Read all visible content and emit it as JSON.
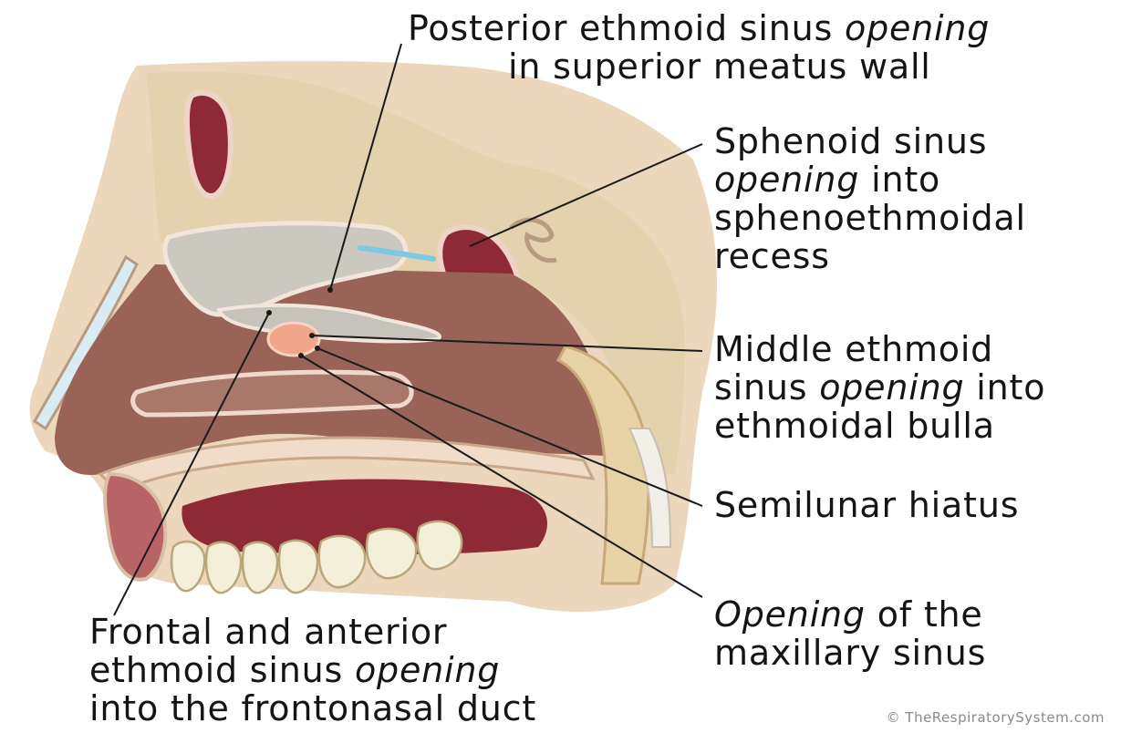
{
  "labels": {
    "posterior": {
      "line1_a": "Posterior ethmoid sinus ",
      "line1_b": "opening",
      "line2": "in superior meatus wall"
    },
    "sphenoid": {
      "line1": "Sphenoid sinus",
      "line2_a": "opening",
      "line2_b": " into",
      "line3": "sphenoethmoidal",
      "line4": "recess"
    },
    "middle": {
      "line1": "Middle ethmoid",
      "line2_a": "sinus ",
      "line2_b": "opening",
      "line2_c": "  into",
      "line3": "ethmoidal bulla"
    },
    "semilunar": {
      "line1": "Semilunar hiatus"
    },
    "maxillary": {
      "line1_a": "Opening",
      "line1_b": "  of the",
      "line2": "maxillary sinus"
    },
    "frontal": {
      "line1": "Frontal and anterior",
      "line2_a": "ethmoid sinus ",
      "line2_b": "opening",
      "line3": "into the frontonasal duct"
    }
  },
  "credit": "© TheRespiratorySystem.com",
  "colors": {
    "skin": "#e6c7a6",
    "bone": "#e3d3b2",
    "sinus": "#8e2a36",
    "cavity": "#9a6358",
    "turbinate": "#c9c6bd",
    "mucosa": "#c48b82",
    "blue": "#7ec8e3",
    "opening": "#f1a58a"
  }
}
